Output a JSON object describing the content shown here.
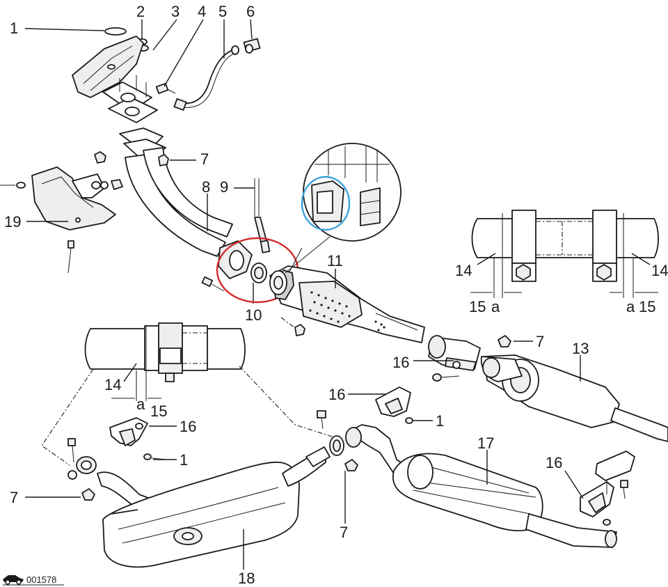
{
  "diagram": {
    "callouts": {
      "c1a": "1",
      "c2": "2",
      "c3": "3",
      "c4": "4",
      "c5": "5",
      "c6": "6",
      "c7a": "7",
      "c8": "8",
      "c9": "9",
      "c19": "19",
      "c10": "10",
      "c11": "11",
      "c14a": "14",
      "c14b": "14",
      "c15a": "15",
      "c15b": "15",
      "ca1": "a",
      "ca2": "a",
      "c7b": "7",
      "c13": "13",
      "c16a": "16",
      "c14c": "14",
      "ca3": "a",
      "c15c": "15",
      "c16b": "16",
      "c1b": "1",
      "c16c": "16",
      "c1c": "1",
      "c17": "17",
      "c7c": "7",
      "c7d": "7",
      "c16d": "16",
      "c18": "18"
    },
    "figure_code": "001578",
    "highlight_colors": {
      "red_circle": "#d42a2a",
      "blue_circle": "#3aa0d8"
    }
  }
}
